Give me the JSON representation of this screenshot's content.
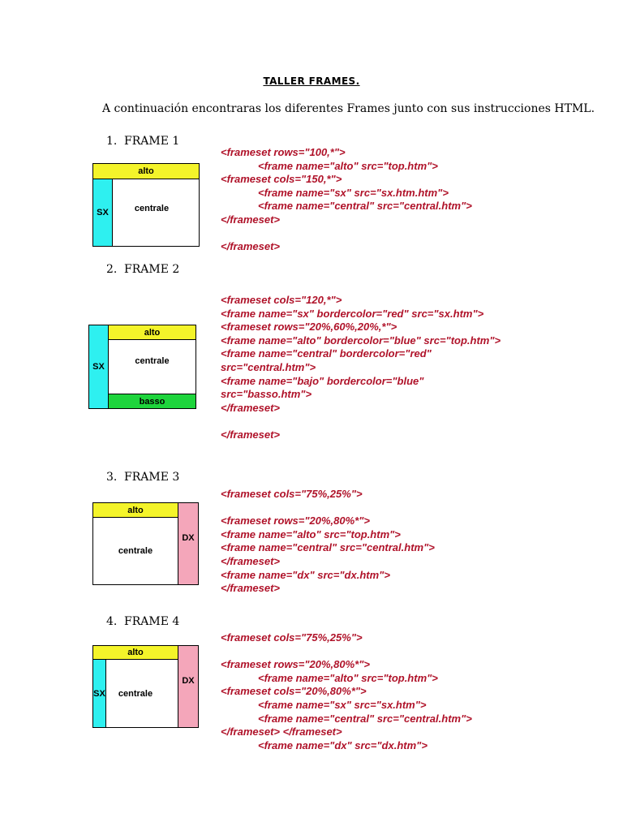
{
  "document": {
    "title": "Taller Frames.",
    "intro": "A continuación encontraras los diferentes Frames junto con sus instrucciones HTML."
  },
  "sections": [
    {
      "number": "1.",
      "heading": "FRAME 1",
      "panes": [
        "alto",
        "SX",
        "centrale"
      ],
      "code": [
        "<frameset rows=\"100,*\">",
        "<frame name=\"alto\" src=\"top.htm\">",
        "<frameset cols=\"150,*\">",
        "<frame name=\"sx\" src=\"sx.htm.htm\">",
        "<frame name=\"central\" src=\"central.htm\">",
        "</frameset>",
        "",
        "</frameset>"
      ]
    },
    {
      "number": "2.",
      "heading": "FRAME 2",
      "panes": [
        "alto",
        "SX",
        "centrale",
        "basso"
      ],
      "code": [
        "<frameset cols=\"120,*\">",
        "<frame name=\"sx\" bordercolor=\"red\" src=\"sx.htm\">",
        "<frameset rows=\"20%,60%,20%,*\">",
        "<frame name=\"alto\" bordercolor=\"blue\" src=\"top.htm\">",
        "<frame name=\"central\" bordercolor=\"red\"",
        "src=\"central.htm\">",
        "<frame name=\"bajo\" bordercolor=\"blue\"",
        "src=\"basso.htm\">",
        "</frameset>",
        "",
        "</frameset>"
      ]
    },
    {
      "number": "3.",
      "heading": "FRAME 3",
      "panes": [
        "alto",
        "centrale",
        "DX"
      ],
      "code": [
        "<frameset cols=\"75%,25%\">",
        "",
        "<frameset rows=\"20%,80%*\">",
        "<frame name=\"alto\" src=\"top.htm\">",
        "<frame name=\"central\" src=\"central.htm\">",
        "</frameset>",
        "<frame name=\"dx\" src=\"dx.htm\">",
        "</frameset>"
      ]
    },
    {
      "number": "4.",
      "heading": "FRAME 4",
      "panes": [
        "alto",
        "SX",
        "centrale",
        "DX"
      ],
      "code": [
        "<frameset cols=\"75%,25%\">",
        "",
        "<frameset rows=\"20%,80%*\">",
        "<frame name=\"alto\" src=\"top.htm\">",
        "<frameset cols=\"20%,80%*\">",
        "<frame name=\"sx\" src=\"sx.htm\">",
        "<frame name=\"central\" src=\"central.htm\">",
        "</frameset> </frameset>",
        "<frame name=\"dx\" src=\"dx.htm\">"
      ]
    }
  ]
}
